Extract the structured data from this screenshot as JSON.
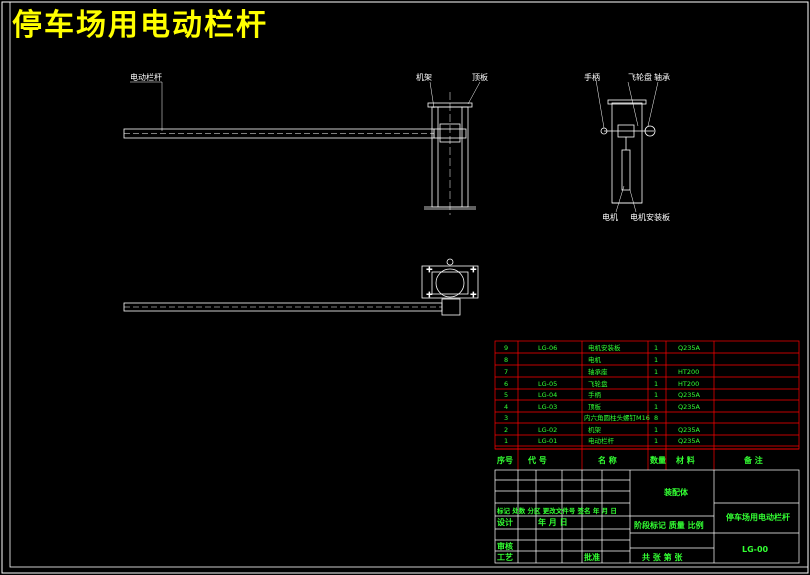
{
  "title": "停车场用电动栏杆",
  "front_view": {
    "label_boom": "电动栏杆",
    "label_frame": "机架",
    "label_cover": "顶板"
  },
  "side_view": {
    "label_handle": "手柄",
    "label_flywheel": "飞轮盘",
    "label_shaft": "轴承",
    "label_motor": "电机",
    "label_motor_plate": "电机安装板"
  },
  "bom": {
    "rows": [
      {
        "no": "9",
        "code": "LG-06",
        "name": "电机安装板",
        "qty": "1",
        "material": "Q235A",
        "note": ""
      },
      {
        "no": "8",
        "code": "",
        "name": "电机",
        "qty": "1",
        "material": "",
        "note": ""
      },
      {
        "no": "7",
        "code": "",
        "name": "轴承座",
        "qty": "1",
        "material": "HT200",
        "note": ""
      },
      {
        "no": "6",
        "code": "LG-05",
        "name": "飞轮盘",
        "qty": "1",
        "material": "HT200",
        "note": ""
      },
      {
        "no": "5",
        "code": "LG-04",
        "name": "手柄",
        "qty": "1",
        "material": "Q235A",
        "note": ""
      },
      {
        "no": "4",
        "code": "LG-03",
        "name": "顶板",
        "qty": "1",
        "material": "Q235A",
        "note": ""
      },
      {
        "no": "3",
        "code": "",
        "name": "内六角圆柱头螺钉M16",
        "qty": "8",
        "material": "",
        "note": ""
      },
      {
        "no": "2",
        "code": "LG-02",
        "name": "机架",
        "qty": "1",
        "material": "Q235A",
        "note": ""
      },
      {
        "no": "1",
        "code": "LG-01",
        "name": "电动栏杆",
        "qty": "1",
        "material": "Q235A",
        "note": ""
      }
    ],
    "header": {
      "no": "序号",
      "code": "代 号",
      "name": "名 称",
      "qty": "数量",
      "material": "材 料",
      "note": "备 注"
    }
  },
  "titleblock": {
    "assembly": "装配体",
    "mark_row": "标记 处数 分区 更改文件号 签名 年 月 日",
    "design": "设计",
    "date_cols": "年 月 日",
    "stage": "阶段标记 质量 比例",
    "review": "审核",
    "process": "工艺",
    "approve": "批准",
    "sheets": "共 张 第 张",
    "drawing_name": "停车场用电动栏杆",
    "drawing_code": "LG-00"
  },
  "colors": {
    "border": "#ffffff",
    "table": "#ff0000",
    "text": "#33ff33",
    "title": "#ffff00"
  }
}
